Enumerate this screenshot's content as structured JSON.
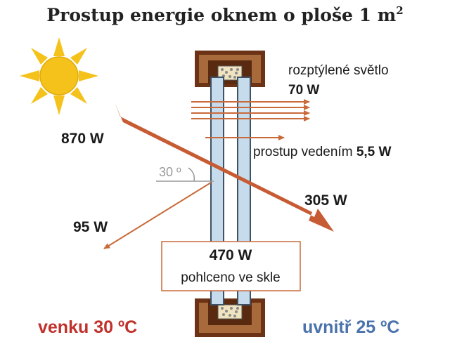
{
  "title": {
    "main": "Prostup energie oknem o ploše 1 m",
    "superscript": "2"
  },
  "labels": {
    "incident": "870 W",
    "angle": "30 º",
    "reflected": "95 W",
    "transmitted": "305 W",
    "diffuse_text": "rozptýlené světlo",
    "diffuse_value": "70 W",
    "conduction_text": "prostup vedením",
    "conduction_value": "5,5 W",
    "absorbed_value": "470 W",
    "absorbed_text": "pohlceno ve skle"
  },
  "temperatures": {
    "outside": "venku 30 ºC",
    "inside": "uvnitř 25 ºC"
  },
  "colors": {
    "beam": "#c75b33",
    "arrow": "#c96a3a",
    "sun": "#f4c21a",
    "frame_dark": "#6b3215",
    "frame_light": "#a86a3a",
    "glass": "#c6dcec",
    "outside_text": "#c0312c",
    "inside_text": "#4a73ac"
  },
  "icons": {
    "sun": "sun-icon"
  }
}
